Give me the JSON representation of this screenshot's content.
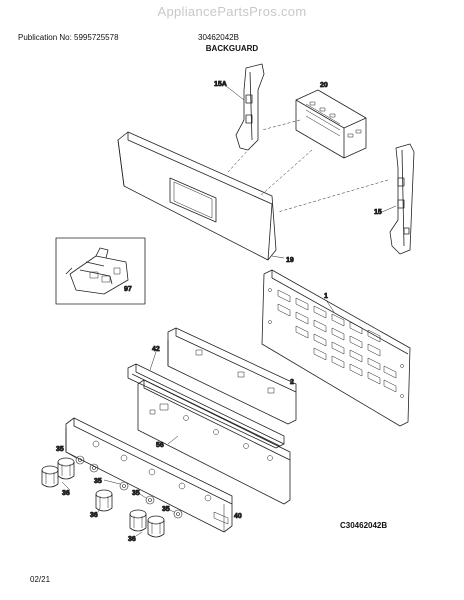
{
  "watermark": "AppliancePartsPros.com",
  "header": {
    "publication_no": "Publication No: 5995725578",
    "part_no": "30462042B",
    "section_title": "BACKGUARD"
  },
  "callouts": {
    "c15A": "15A",
    "c20": "20",
    "c15": "15",
    "c19": "19",
    "c97": "97",
    "c1": "1",
    "c42": "42",
    "c2": "2",
    "c56": "56",
    "c35a": "35",
    "c36a": "36",
    "c35b": "35",
    "c35c": "35",
    "c36b": "36",
    "c35d": "35",
    "c36c": "36",
    "c40": "40"
  },
  "figure_code": "C30462042B",
  "footer": {
    "date": "02/21"
  }
}
